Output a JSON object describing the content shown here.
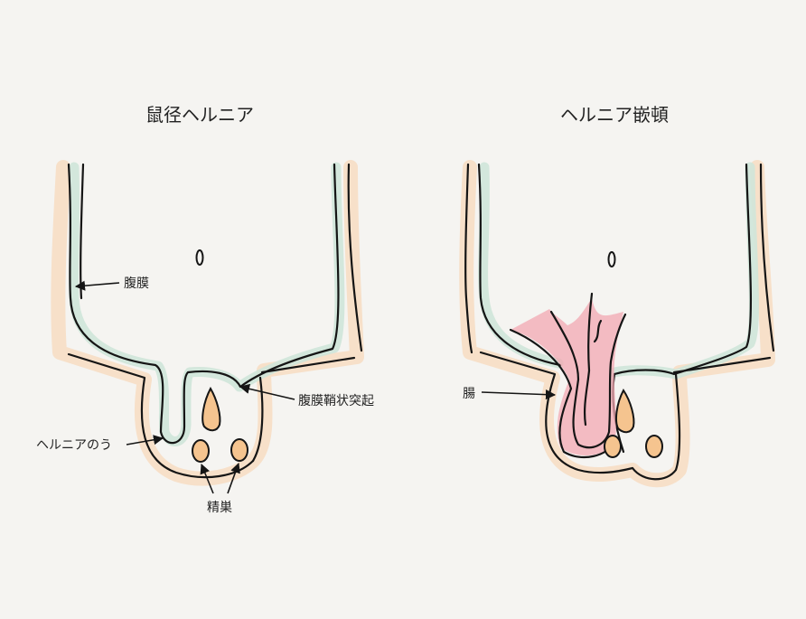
{
  "colors": {
    "background": "#f5f4f1",
    "peritoneum_tint": "#cfe5d9",
    "outer_tint": "#f7dcc2",
    "testis": "#f5c48f",
    "intestine": "#f2a8b2",
    "ink": "#151515"
  },
  "left": {
    "title": "鼠径ヘルニア",
    "labels": {
      "peritoneum": "腹膜",
      "processus_vaginalis": "腹膜鞘状突起",
      "hernia_sac": "ヘルニアのう",
      "testis": "精巣"
    }
  },
  "right": {
    "title": "ヘルニア嵌頓",
    "labels": {
      "intestine": "腸"
    }
  }
}
